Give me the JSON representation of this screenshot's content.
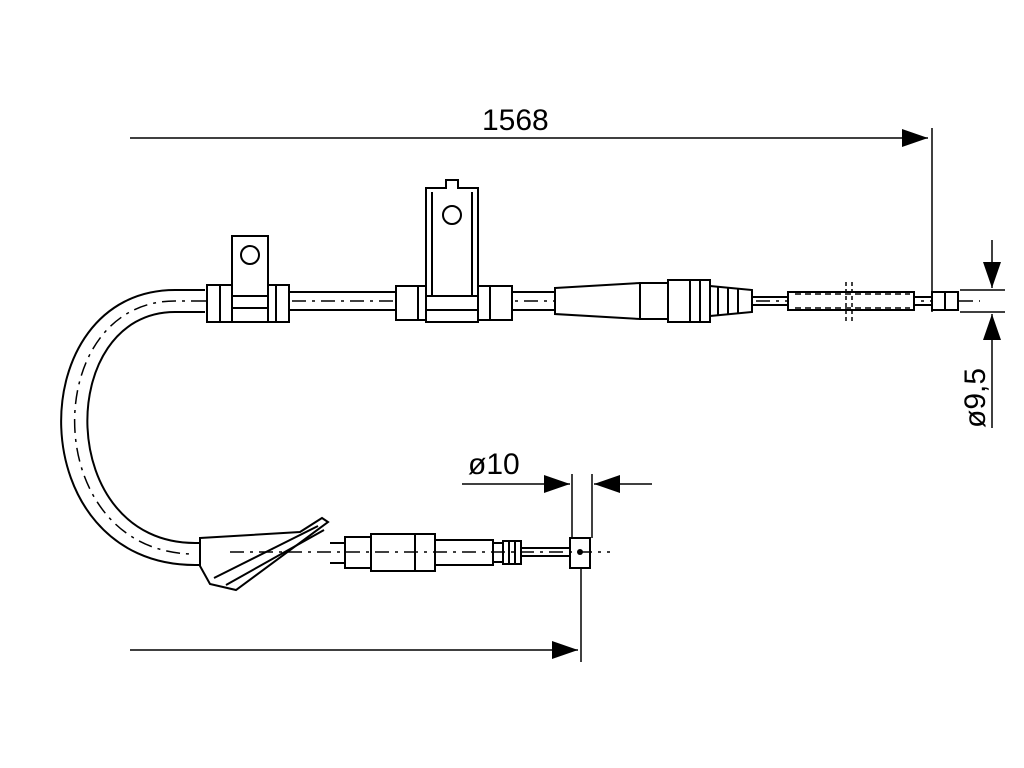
{
  "dimensions": {
    "overall_length": "1568",
    "diameter_end_right": "ø9,5",
    "diameter_end_bottom": "ø10"
  },
  "colors": {
    "line": "#000000",
    "background": "#ffffff"
  }
}
